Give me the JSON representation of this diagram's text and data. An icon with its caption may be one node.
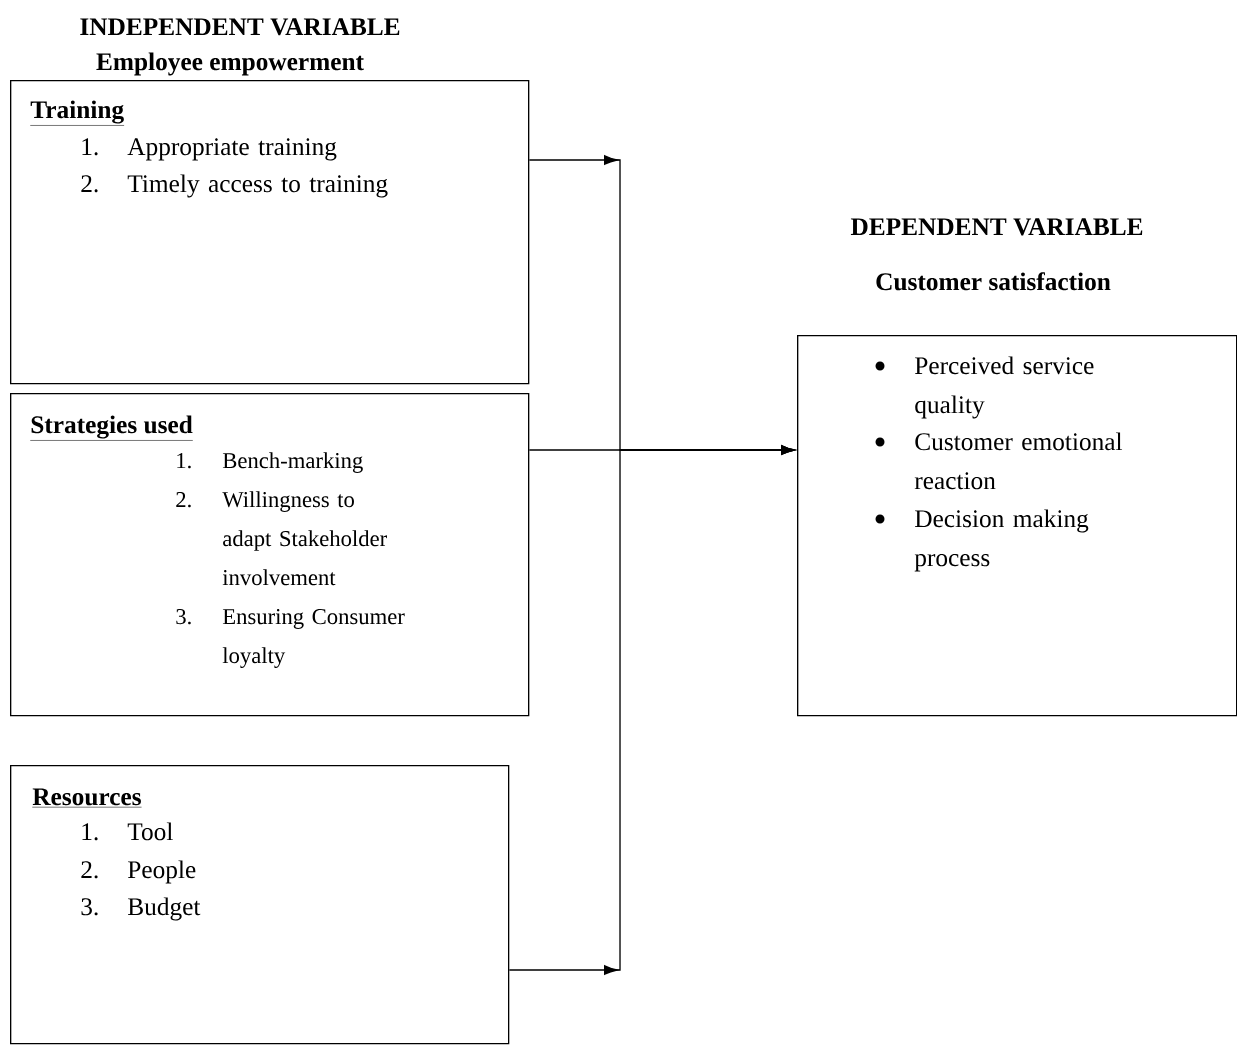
{
  "diagram": {
    "nodes": [
      {
        "text": [
          "Training",
          "1.",
          "Appropriate training",
          "2.",
          "Timely access to training"
        ]
      },
      {
        "text": [
          "Strategies used",
          "1.",
          "Bench-marking",
          "2.",
          "Willingness to adapt Stakeholder involvement",
          "3.",
          "Ensuring Consumer loyalty"
        ]
      },
      {
        "text": [
          "Resources",
          "1.",
          "Tool",
          "2.",
          "People",
          "3.",
          "Budget"
        ]
      },
      {
        "text": [
          "Perceived service quality",
          "Customer emotional reaction",
          "Decision making process"
        ]
      }
    ],
    "edges": [
      {
        "from": 0,
        "to": 3,
        "arrow": "to"
      },
      {
        "from": 1,
        "to": 3,
        "arrow": "to"
      },
      {
        "from": 2,
        "to": 3,
        "arrow": "to"
      }
    ],
    "labels": [
      "INDEPENDENT VARIABLE",
      "Employee empowerment",
      "DEPENDENT VARIABLE",
      "Customer satisfaction"
    ]
  }
}
